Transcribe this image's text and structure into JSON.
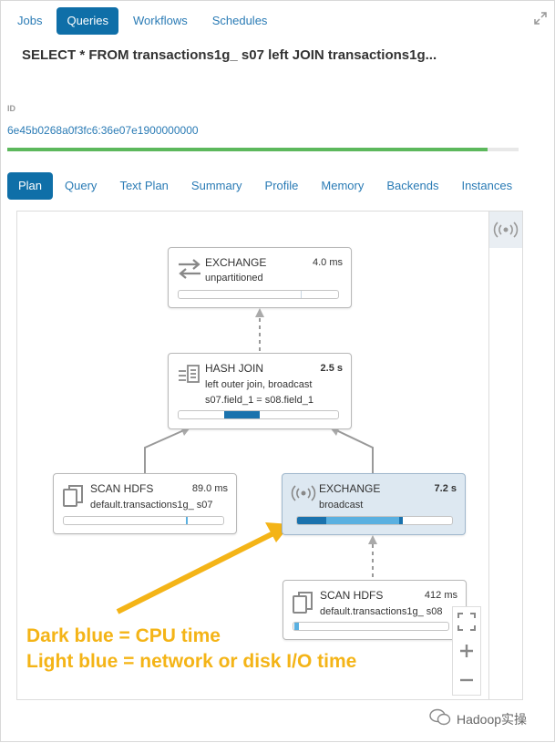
{
  "top_tabs": [
    "Jobs",
    "Queries",
    "Workflows",
    "Schedules"
  ],
  "active_top_tab": "Queries",
  "query_title": "SELECT * FROM transactions1g_ s07 left JOIN transactions1g...",
  "id_label": "ID",
  "id_value": "6e45b0268a0f3fc6:36e07e1900000000",
  "progress_fraction": 0.94,
  "sub_tabs": [
    "Plan",
    "Query",
    "Text Plan",
    "Summary",
    "Profile",
    "Memory",
    "Backends",
    "Instances"
  ],
  "active_sub_tab": "Plan",
  "nodes": {
    "exchange_top": {
      "name": "EXCHANGE",
      "time": "4.0 ms",
      "detail1": "unpartitioned",
      "icon": "exchange-arrows-icon"
    },
    "hash_join": {
      "name": "HASH JOIN",
      "time": "2.5 s",
      "detail1": "left outer join, broadcast",
      "detail2": "s07.field_1 = s08.field_1",
      "icon": "join-icon"
    },
    "scan_left": {
      "name": "SCAN HDFS",
      "time": "89.0 ms",
      "detail1": "default.transactions1g_ s07",
      "icon": "copy-icon"
    },
    "exchange_bc": {
      "name": "EXCHANGE",
      "time": "7.2 s",
      "detail1": "broadcast",
      "icon": "broadcast-icon"
    },
    "scan_right": {
      "name": "SCAN HDFS",
      "time": "412 ms",
      "detail1": "default.transactions1g_ s08",
      "icon": "copy-icon"
    }
  },
  "annotation": {
    "line1": "Dark blue = CPU time",
    "line2": "Light blue = network or disk I/O time"
  },
  "colors": {
    "dark_blue": "#1a72ad",
    "light_blue": "#5ab0e0",
    "annotation": "#f4b417",
    "progress": "#5cb85c"
  },
  "watermark": "Hadoop实操"
}
